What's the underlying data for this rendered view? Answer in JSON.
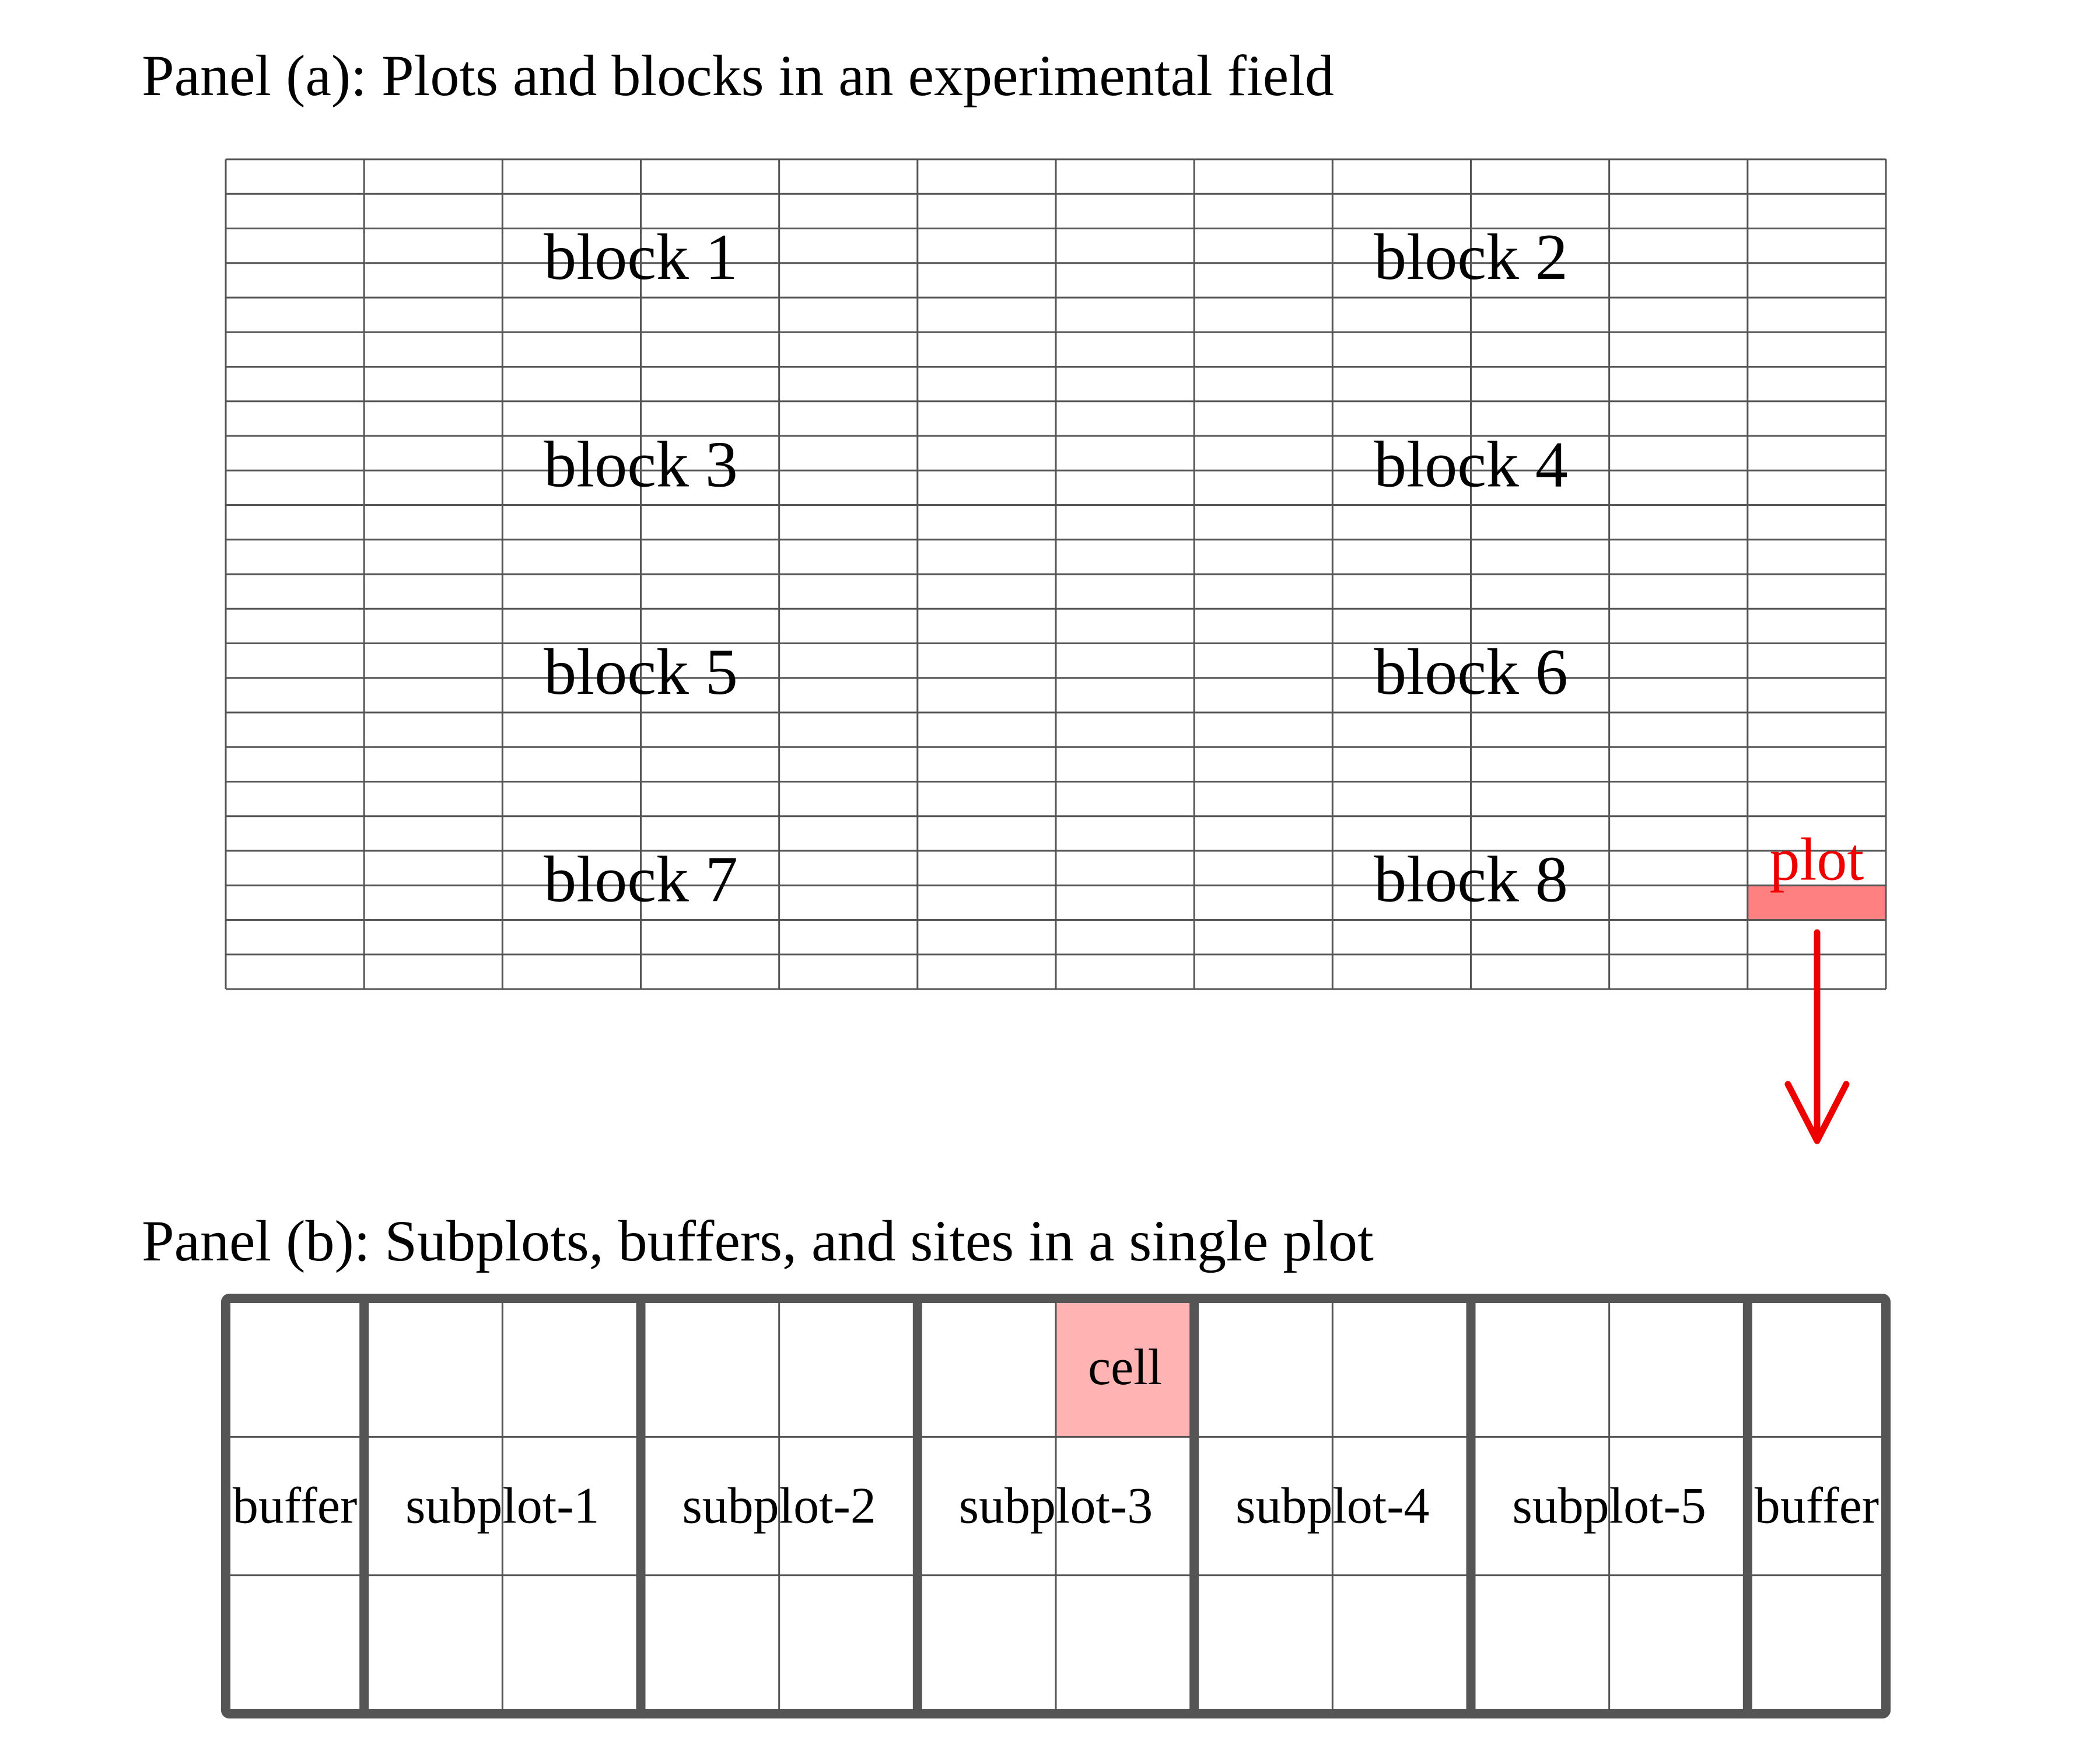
{
  "panel_a": {
    "title": "Panel (a): Plots and blocks in an experimental field",
    "columns": 12,
    "rows": 24,
    "blocks": [
      "block 1",
      "block 2",
      "block 3",
      "block 4",
      "block 5",
      "block 6",
      "block 7",
      "block 8"
    ],
    "highlight": {
      "label": "plot",
      "column": 12,
      "row": 22
    }
  },
  "panel_b": {
    "title": "Panel (b): Subplots, buffers, and sites in a single plot",
    "columns": 12,
    "rows": 3,
    "cell_label": "cell",
    "cell_highlight": {
      "column": 7,
      "row": 1
    },
    "sections": [
      {
        "label": "buffer",
        "columns": 1
      },
      {
        "label": "subplot-1",
        "columns": 2
      },
      {
        "label": "subplot-2",
        "columns": 2
      },
      {
        "label": "subplot-3",
        "columns": 2
      },
      {
        "label": "subplot-4",
        "columns": 2
      },
      {
        "label": "subplot-5",
        "columns": 2
      },
      {
        "label": "buffer",
        "columns": 1
      }
    ]
  },
  "colors": {
    "grid": "#555555",
    "highlight_fill": "#ff8080",
    "highlight_text": "#ee0000",
    "arrow": "#ee0000",
    "cell_fill": "#ffb3b3"
  }
}
